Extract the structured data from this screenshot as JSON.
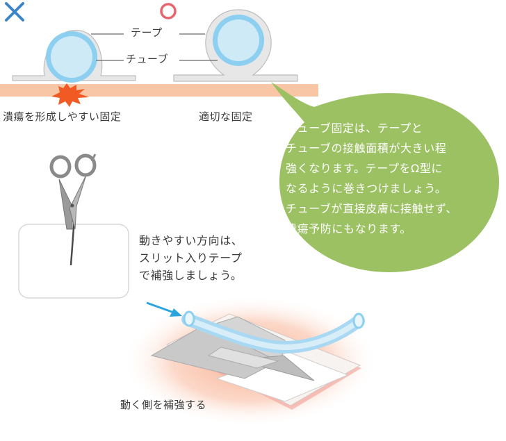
{
  "marks": {
    "bad": "×",
    "good": "○"
  },
  "labels": {
    "tape": "テープ",
    "tube": "チューブ",
    "bad_caption": "潰瘍を形成しやすい固定",
    "good_caption": "適切な固定",
    "reinforce_caption": "動く側を補強する"
  },
  "bubble": {
    "lines": [
      "チューブ固定は、テープと",
      "チューブの接触面積が大きい程",
      "強くなります。テープをΩ型に",
      "なるように巻きつけましょう。",
      "チューブが直接皮膚に接触せず、",
      "潰瘍予防にもなります。"
    ]
  },
  "note": {
    "lines": [
      "動きやすい方向は、",
      "スリット入りテープ",
      "で補強しましょう。"
    ]
  },
  "colors": {
    "bad_mark": "#3a86c8",
    "good_mark": "#e8636b",
    "tube": "#8ccff0",
    "skin": "#f8c6a4",
    "bubble": "#9cc163",
    "ulcer": "#f15a22",
    "arrow": "#2aa5dd"
  }
}
